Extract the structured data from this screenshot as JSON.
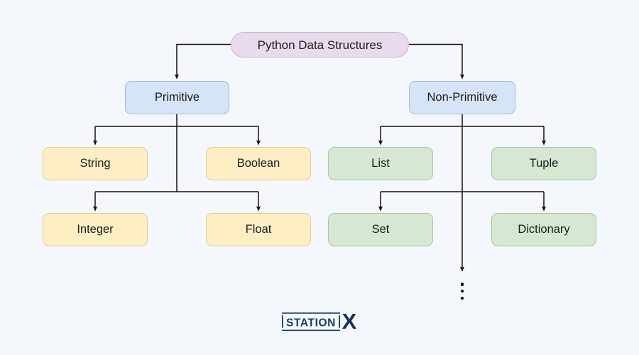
{
  "diagram": {
    "title": "Python Data Structures",
    "background_color": "#f4f8fd",
    "root": {
      "label": "Python Data Structures",
      "color": "#e9dbec"
    },
    "categories": [
      {
        "label": "Primitive",
        "color": "#d6e4f7"
      },
      {
        "label": "Non-Primitive",
        "color": "#d6e4f7"
      }
    ],
    "primitive_types": [
      {
        "label": "String",
        "color": "#fdeec4"
      },
      {
        "label": "Boolean",
        "color": "#fdeec4"
      },
      {
        "label": "Integer",
        "color": "#fdeec4"
      },
      {
        "label": "Float",
        "color": "#fdeec4"
      }
    ],
    "non_primitive_types": [
      {
        "label": "List",
        "color": "#d6e8d2"
      },
      {
        "label": "Tuple",
        "color": "#d6e8d2"
      },
      {
        "label": "Set",
        "color": "#d6e8d2"
      },
      {
        "label": "Dictionary",
        "color": "#d6e8d2"
      }
    ],
    "continuation_marker": "vertical-ellipsis"
  },
  "logo": {
    "text_primary": "STATION",
    "text_accent": "X",
    "color": "#1b3a68"
  }
}
